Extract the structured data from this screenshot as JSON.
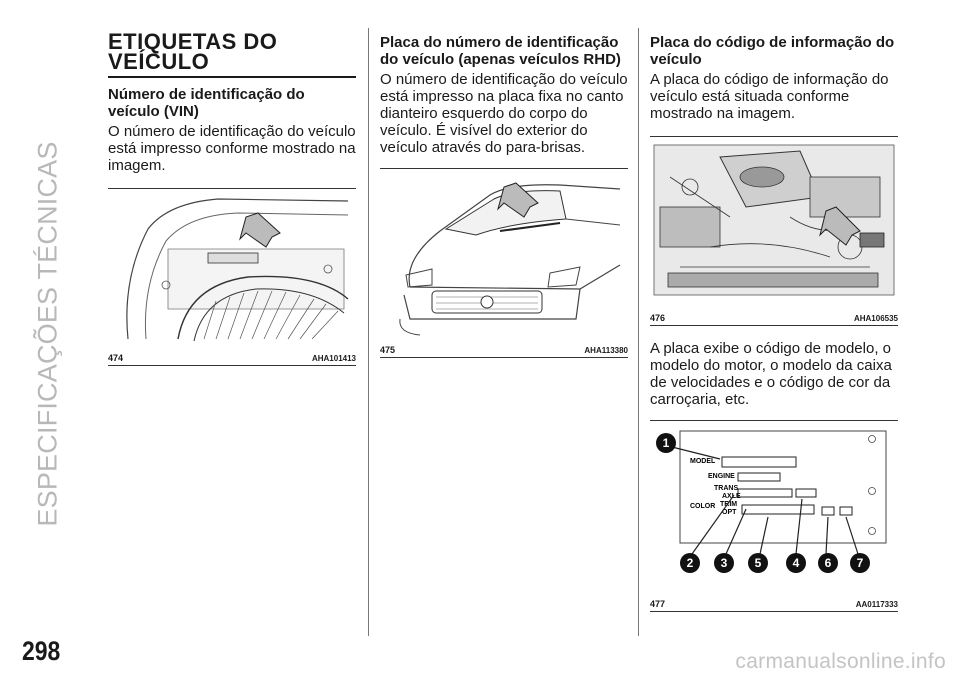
{
  "side_tab": "ESPECIFICAÇÕES TÉCNICAS",
  "page_number": "298",
  "col1": {
    "title_line1": "ETIQUETAS DO",
    "title_line2": "VEÍCULO",
    "subhead": "Número de identificação do veículo (VIN)",
    "body": "O número de identificação do veículo está impresso conforme mostrado na imagem.",
    "figure": {
      "number": "474",
      "code": "AHA101413"
    }
  },
  "col2": {
    "subhead": "Placa do número de identificação do veículo (apenas veículos RHD)",
    "body": "O número de identificação do veículo está impresso na placa fixa no canto dianteiro esquerdo do corpo do veículo. É visível do exterior do veículo através do para-brisas.",
    "figure": {
      "number": "475",
      "code": "AHA113380"
    }
  },
  "col3": {
    "subhead": "Placa do código de informação do veículo",
    "body": "A placa do código de informação do veículo está situada conforme mostrado na imagem.",
    "figure1": {
      "number": "476",
      "code": "AHA106535"
    },
    "body2": "A placa exibe o código de modelo, o modelo do motor, o modelo da caixa de velocidades e o código de cor da carroçaria, etc.",
    "figure2": {
      "number": "477",
      "code": "AA0117333",
      "labels": {
        "model": "MODEL",
        "engine": "ENGINE",
        "trans": "TRANS",
        "axle": "AXLE",
        "color": "COLOR",
        "trim": "TRIM",
        "opt": "OPT"
      },
      "callouts": [
        "1",
        "2",
        "3",
        "5",
        "4",
        "6",
        "7"
      ]
    }
  },
  "watermark": "carmanualsonline.info"
}
